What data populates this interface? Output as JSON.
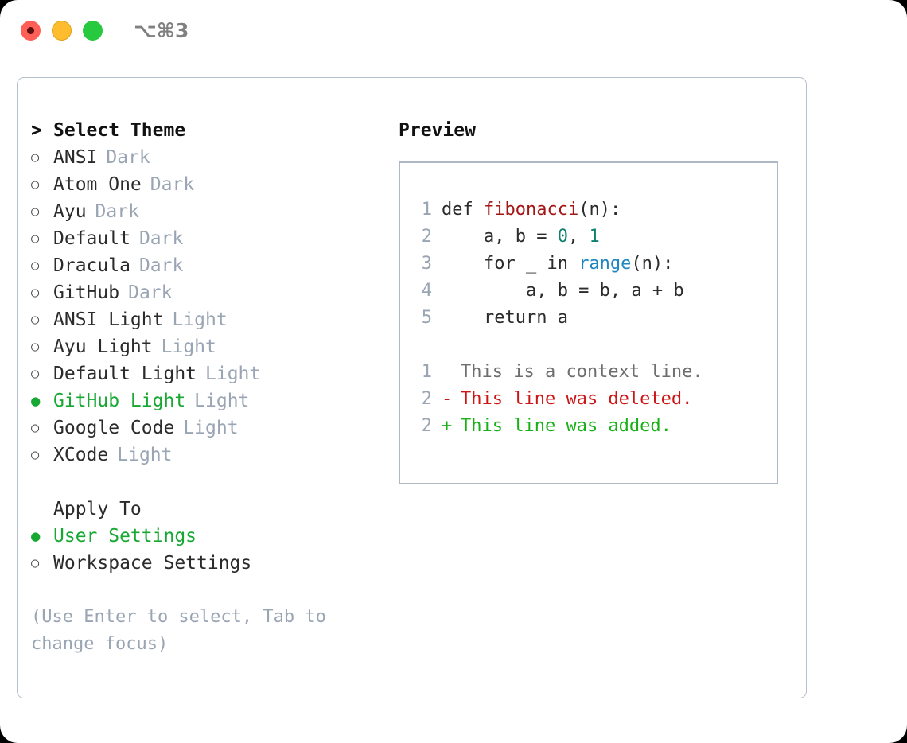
{
  "titlebar": {
    "shortcut": "⌥⌘3",
    "buttons": [
      {
        "name": "close",
        "color": "#ff5f56"
      },
      {
        "name": "minimize",
        "color": "#febc2e"
      },
      {
        "name": "zoom",
        "color": "#27c93f"
      }
    ]
  },
  "theme_picker": {
    "prompt": ">",
    "header": "Select Theme",
    "bullet_unselected": "○",
    "bullet_selected": "●",
    "items": [
      {
        "name": "ANSI",
        "tag": "Dark",
        "selected": false
      },
      {
        "name": "Atom One",
        "tag": "Dark",
        "selected": false
      },
      {
        "name": "Ayu",
        "tag": "Dark",
        "selected": false
      },
      {
        "name": "Default",
        "tag": "Dark",
        "selected": false
      },
      {
        "name": "Dracula",
        "tag": "Dark",
        "selected": false
      },
      {
        "name": "GitHub",
        "tag": "Dark",
        "selected": false
      },
      {
        "name": "ANSI Light",
        "tag": "Light",
        "selected": false
      },
      {
        "name": "Ayu Light",
        "tag": "Light",
        "selected": false
      },
      {
        "name": "Default Light",
        "tag": "Light",
        "selected": false
      },
      {
        "name": "GitHub Light",
        "tag": "Light",
        "selected": true
      },
      {
        "name": "Google Code",
        "tag": "Light",
        "selected": false
      },
      {
        "name": "XCode",
        "tag": "Light",
        "selected": false
      }
    ]
  },
  "apply_to": {
    "header": "Apply To",
    "options": [
      {
        "label": "User Settings",
        "selected": true
      },
      {
        "label": "Workspace Settings",
        "selected": false
      }
    ]
  },
  "hint": "(Use Enter to select, Tab to change focus)",
  "preview": {
    "title": "Preview",
    "code_lines": [
      {
        "number": "1",
        "tokens": [
          {
            "text": "def ",
            "style": "plain"
          },
          {
            "text": "fibonacci",
            "style": "fn"
          },
          {
            "text": "(n):",
            "style": "plain"
          }
        ]
      },
      {
        "number": "2",
        "tokens": [
          {
            "text": "    a, b = ",
            "style": "plain"
          },
          {
            "text": "0",
            "style": "num"
          },
          {
            "text": ", ",
            "style": "plain"
          },
          {
            "text": "1",
            "style": "num"
          }
        ]
      },
      {
        "number": "3",
        "tokens": [
          {
            "text": "    for _ in ",
            "style": "plain"
          },
          {
            "text": "range",
            "style": "call"
          },
          {
            "text": "(n):",
            "style": "plain"
          }
        ]
      },
      {
        "number": "4",
        "tokens": [
          {
            "text": "        a, b = b, a + b",
            "style": "plain"
          }
        ]
      },
      {
        "number": "5",
        "tokens": [
          {
            "text": "    return a",
            "style": "plain"
          }
        ]
      }
    ],
    "diff_lines": [
      {
        "number": "1",
        "mark": " ",
        "text": "This is a context line.",
        "kind": "ctx"
      },
      {
        "number": "2",
        "mark": "-",
        "text": "This line was deleted.",
        "kind": "del"
      },
      {
        "number": "2",
        "mark": "+",
        "text": "This line was added.",
        "kind": "add"
      }
    ]
  },
  "colors": {
    "selected_green": "#16a832",
    "tag_gray": "#9aa5b4",
    "panel_border": "#b6bfcc",
    "preview_border": "#aeb7c4",
    "fn_red": "#a31515",
    "num_teal": "#0e8070",
    "call_blue": "#1e87c0",
    "diff_add": "#17b117",
    "diff_del": "#cc1616"
  }
}
